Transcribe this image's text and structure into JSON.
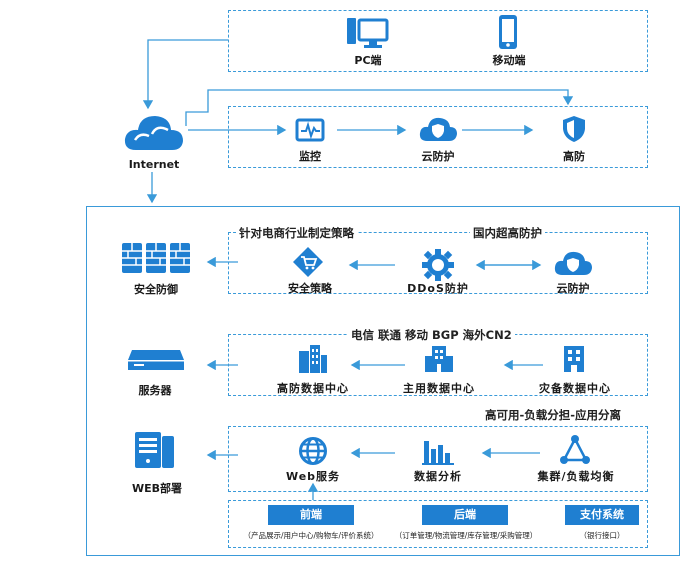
{
  "top": {
    "pc": "PC端",
    "mobile": "移动端"
  },
  "internet": "Internet",
  "edge": {
    "monitor": "监控",
    "cloud": "云防护",
    "defense": "高防"
  },
  "security_row": {
    "tag_left": "针对电商行业制定策略",
    "tag_right": "国内超高防护",
    "left": "安全防御",
    "strategy": "安全策略",
    "ddos": "DDoS防护",
    "cloud": "云防护"
  },
  "dc_row": {
    "tag": "电信 联通 移动 BGP 海外CN2",
    "left": "服务器",
    "high": "高防数据中心",
    "main": "主用数据中心",
    "backup": "灾备数据中心"
  },
  "web_row": {
    "tag": "高可用-负载分担-应用分离",
    "left": "WEB部署",
    "web": "Web服务",
    "analysis": "数据分析",
    "cluster": "集群/负载均衡"
  },
  "bottom": {
    "front": "前端",
    "front_sub": "（产品展示/用户中心/购物车/评价系统）",
    "back": "后端",
    "back_sub": "（订单管理/物流管理/库存管理/采购管理）",
    "pay": "支付系统",
    "pay_sub": "（银行接口）"
  },
  "colors": {
    "accent": "#1f7fd1",
    "line": "#3a9ad9"
  }
}
